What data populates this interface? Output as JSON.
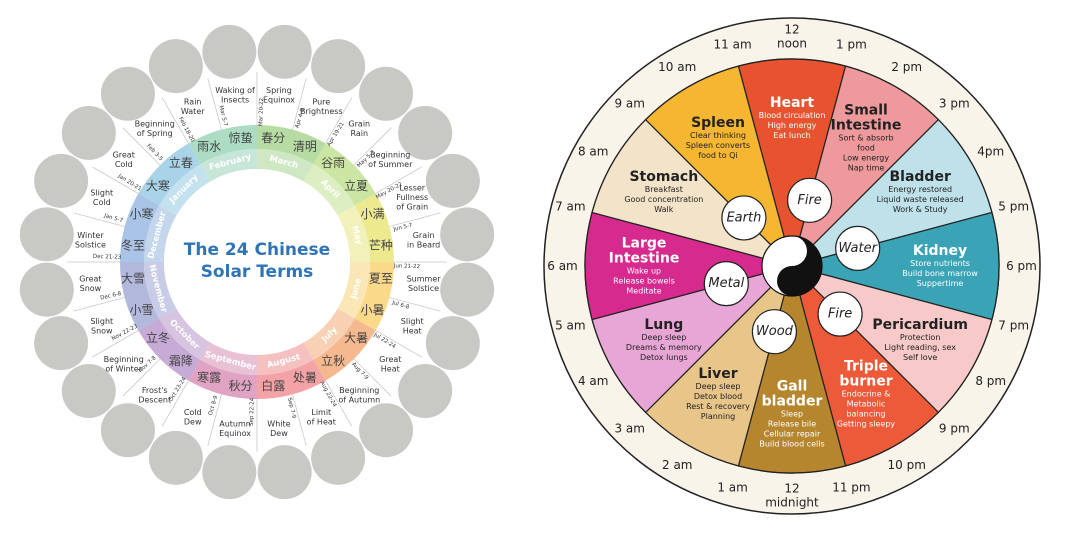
{
  "solar": {
    "title_line1": "The 24 Chinese",
    "title_line2": "Solar Terms",
    "title_color": "#2f74b5",
    "terms": [
      {
        "name": [
          "Spring",
          "Equinox"
        ],
        "date": "Mar 20-22",
        "cjk": "春分"
      },
      {
        "name": [
          "Pure",
          "Brightness"
        ],
        "date": "Apr 4-6",
        "cjk": "清明"
      },
      {
        "name": [
          "Grain",
          "Rain"
        ],
        "date": "Apr 19-21",
        "cjk": "谷雨"
      },
      {
        "name": [
          "Beginning",
          "of Summer"
        ],
        "date": "May 5-7",
        "cjk": "立夏"
      },
      {
        "name": [
          "Lesser",
          "Fullness",
          "of Grain"
        ],
        "date": "May 20-22",
        "cjk": "小满"
      },
      {
        "name": [
          "Grain",
          "in Beard"
        ],
        "date": "Jun 5-7",
        "cjk": "芒种"
      },
      {
        "name": [
          "Summer",
          "Solstice"
        ],
        "date": "Jun 21-22",
        "cjk": "夏至"
      },
      {
        "name": [
          "Slight",
          "Heat"
        ],
        "date": "Jul 6-8",
        "cjk": "小暑"
      },
      {
        "name": [
          "Great",
          "Heat"
        ],
        "date": "Jul 22-24",
        "cjk": "大暑"
      },
      {
        "name": [
          "Beginning",
          "of Autumn"
        ],
        "date": "Aug 7-9",
        "cjk": "立秋"
      },
      {
        "name": [
          "Limit",
          "of Heat"
        ],
        "date": "Aug 22-24",
        "cjk": "处暑"
      },
      {
        "name": [
          "White",
          "Dew"
        ],
        "date": "Sep 7-9",
        "cjk": "白露"
      },
      {
        "name": [
          "Autumn",
          "Equinox"
        ],
        "date": "Sep 22-24",
        "cjk": "秋分"
      },
      {
        "name": [
          "Cold",
          "Dew"
        ],
        "date": "Oct 8-9",
        "cjk": "寒露"
      },
      {
        "name": [
          "Frost's",
          "Descent"
        ],
        "date": "Oct 23-24",
        "cjk": "霜降"
      },
      {
        "name": [
          "Beginning",
          "of Winter"
        ],
        "date": "Nov 7-8",
        "cjk": "立冬"
      },
      {
        "name": [
          "Slight",
          "Snow"
        ],
        "date": "Nov 22-23",
        "cjk": "小雪"
      },
      {
        "name": [
          "Great",
          "Snow"
        ],
        "date": "Dec 6-8",
        "cjk": "大雪"
      },
      {
        "name": [
          "Winter",
          "Solstice"
        ],
        "date": "Dec 21-23",
        "cjk": "冬至"
      },
      {
        "name": [
          "Slight",
          "Cold"
        ],
        "date": "Jan 5-7",
        "cjk": "小寒"
      },
      {
        "name": [
          "Great",
          "Cold"
        ],
        "date": "Jan 20-21",
        "cjk": "大寒"
      },
      {
        "name": [
          "Beginning",
          "of Spring"
        ],
        "date": "Feb 3-5",
        "cjk": "立春"
      },
      {
        "name": [
          "Rain",
          "Water"
        ],
        "date": "Feb 18-20",
        "cjk": "雨水"
      },
      {
        "name": [
          "Waking of",
          "Insects"
        ],
        "date": "Mar 5-7",
        "cjk": "惊蛰"
      }
    ],
    "months": [
      "March",
      "April",
      "May",
      "June",
      "July",
      "August",
      "September",
      "October",
      "November",
      "December",
      "January",
      "February"
    ],
    "month_colors": [
      "#cfe7c2",
      "#ddeec3",
      "#f2f1b9",
      "#fbe7b5",
      "#f8d0b4",
      "#f5c1c0",
      "#e8c1d5",
      "#d7c4e0",
      "#c9cce6",
      "#c3d6ec",
      "#c4e1ef",
      "#c7e6d8"
    ],
    "ring_colors": [
      "#b7dca3",
      "#cbe5a2",
      "#ece98f",
      "#fbd98b",
      "#f6b98f",
      "#f3a3a6",
      "#e0a3c4",
      "#c7aad6",
      "#b3b8dd",
      "#a9c4e6",
      "#a9d3e8",
      "#acdcc4"
    ],
    "circle_color": "#c8c8c4"
  },
  "body_clock": {
    "organs": [
      {
        "name": [
          "Heart"
        ],
        "desc": [
          "Blood circulation",
          "High energy",
          "Eat lunch"
        ],
        "color": "#e8532f"
      },
      {
        "name": [
          "Small",
          "Intestine"
        ],
        "desc": [
          "Sort & absorb",
          "food",
          "Low energy",
          "Nap time"
        ],
        "color": "#ee9a9c"
      },
      {
        "name": [
          "Bladder"
        ],
        "desc": [
          "Energy restored",
          "Liquid waste released",
          "Work & Study"
        ],
        "color": "#bfe2ea"
      },
      {
        "name": [
          "Kidney"
        ],
        "desc": [
          "Store nutrients",
          "Build bone marrow",
          "Suppertime"
        ],
        "color": "#3aa3b6"
      },
      {
        "name": [
          "Pericardium"
        ],
        "desc": [
          "Protection",
          "Light reading, sex",
          "Self love"
        ],
        "color": "#f7c9c9"
      },
      {
        "name": [
          "Triple",
          "burner"
        ],
        "desc": [
          "Endocrine &",
          "Metabolic",
          "balancing",
          "Getting sleepy"
        ],
        "color": "#ec5a3a"
      },
      {
        "name": [
          "Gall",
          "bladder"
        ],
        "desc": [
          "Sleep",
          "Release bile",
          "Cellular repair",
          "Build blood cells"
        ],
        "color": "#b5862e"
      },
      {
        "name": [
          "Liver"
        ],
        "desc": [
          "Deep sleep",
          "Detox blood",
          "Rest & recovery",
          "Planning"
        ],
        "color": "#e8c68a"
      },
      {
        "name": [
          "Lung"
        ],
        "desc": [
          "Deep sleep",
          "Dreams & memory",
          "Detox lungs"
        ],
        "color": "#e8a6d6"
      },
      {
        "name": [
          "Large",
          "Intestine"
        ],
        "desc": [
          "Wake up",
          "Release bowels",
          "Meditate"
        ],
        "color": "#d62a8e"
      },
      {
        "name": [
          "Stomach"
        ],
        "desc": [
          "Breakfast",
          "Good concentration",
          "Walk"
        ],
        "color": "#f3e3c8"
      },
      {
        "name": [
          "Spleen"
        ],
        "desc": [
          "Clear thinking",
          "Spleen converts",
          "food to Qi"
        ],
        "color": "#f5b731"
      }
    ],
    "elements": [
      {
        "label": "Fire"
      },
      {
        "label": "Water"
      },
      {
        "label": "Fire"
      },
      {
        "label": "Wood"
      },
      {
        "label": "Metal"
      },
      {
        "label": "Earth"
      }
    ],
    "hours": [
      [
        "12",
        "noon"
      ],
      [
        "1 pm"
      ],
      [
        "2 pm"
      ],
      [
        "3 pm"
      ],
      [
        "4pm"
      ],
      [
        "5 pm"
      ],
      [
        "6 pm"
      ],
      [
        "7 pm"
      ],
      [
        "8 pm"
      ],
      [
        "9 pm"
      ],
      [
        "10 pm"
      ],
      [
        "11 pm"
      ],
      [
        "12",
        "midnight"
      ],
      [
        "1 am"
      ],
      [
        "2 am"
      ],
      [
        "3 am"
      ],
      [
        "4 am"
      ],
      [
        "5 am"
      ],
      [
        "6 am"
      ],
      [
        "7 am"
      ],
      [
        "8 am"
      ],
      [
        "9 am"
      ],
      [
        "10 am"
      ],
      [
        "11 am"
      ]
    ],
    "outer_bg": "#f8f4ea",
    "line_color": "#222222"
  }
}
